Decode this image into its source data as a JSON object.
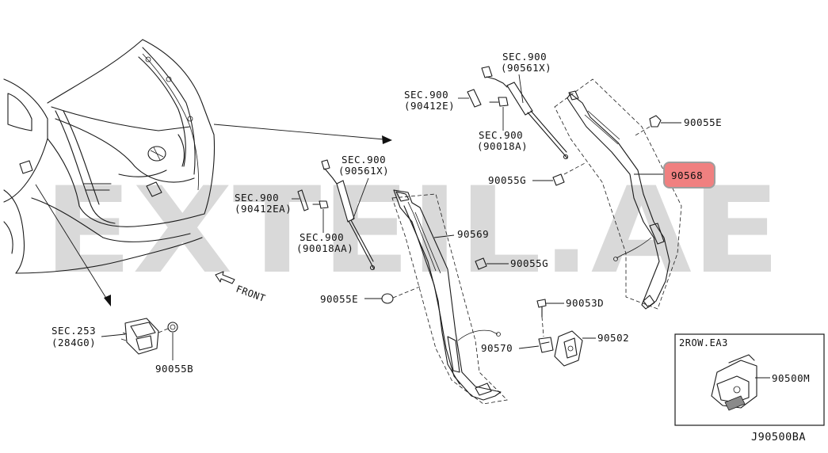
{
  "watermark": "EXTEIL.AE",
  "diagram_code": "J90500BA",
  "front_label": "FRONT",
  "highlight_color": "#f08080",
  "callouts": {
    "sec900_90561x_top": [
      "SEC.900",
      "(90561X)"
    ],
    "sec900_90412e": [
      "SEC.900",
      "(90412E)"
    ],
    "sec900_90018a": [
      "SEC.900",
      "(90018A)"
    ],
    "p90055e_top": "90055E",
    "p90568": "90568",
    "p90055g_top": "90055G",
    "sec900_90561x_mid": [
      "SEC.900",
      "(90561X)"
    ],
    "sec900_90412ea": [
      "SEC.900",
      "(90412EA)"
    ],
    "sec900_90018aa": [
      "SEC.900",
      "(90018AA)"
    ],
    "p90569": "90569",
    "p90055g_mid": "90055G",
    "p90055e_mid": "90055E",
    "p90053d": "90053D",
    "p90502": "90502",
    "p90570": "90570",
    "sec253_284g0": [
      "SEC.253",
      "(284G0)"
    ],
    "p90055b": "90055B",
    "inset_title": "2ROW.EA3",
    "p90500m": "90500M"
  }
}
